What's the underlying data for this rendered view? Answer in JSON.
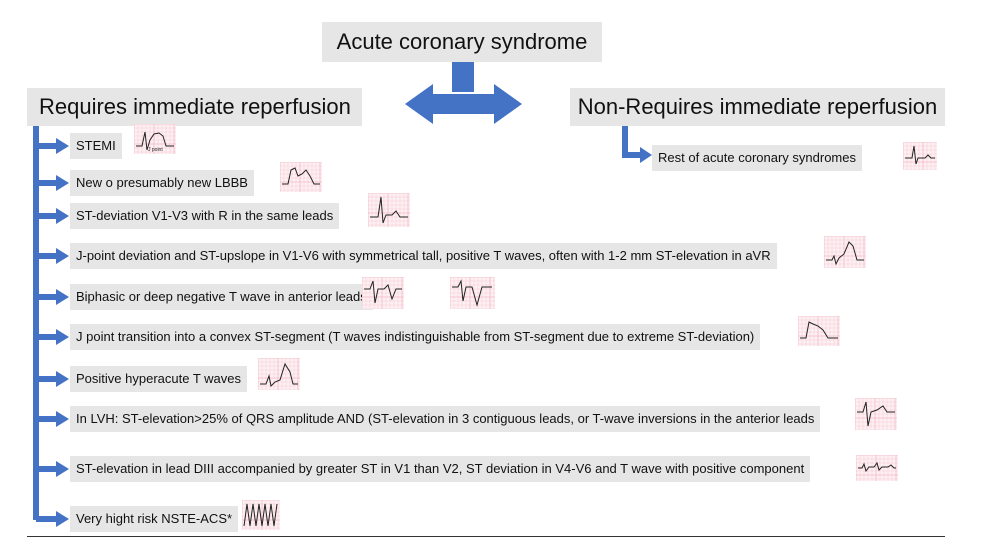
{
  "title": "Acute coronary syndrome",
  "left_heading": "Requires immediate reperfusion",
  "right_heading": "Non-Requires immediate reperfusion",
  "left_items": [
    "STEMI",
    "New o presumably new LBBB",
    "ST-deviation V1-V3 with R in the same leads",
    "J-point deviation and ST-upslope in V1-V6 with symmetrical tall, positive T waves, often with 1-2 mm ST-elevation in aVR",
    "Biphasic or deep negative T wave in anterior leads",
    "J point transition into a convex ST-segment (T waves indistinguishable from ST-segment due to extreme ST-deviation)",
    "Positive hyperacute T waves",
    "In LVH: ST-elevation>25% of QRS amplitude AND (ST-elevation in 3 contiguous leads, or T-wave inversions in the anterior leads",
    "ST-elevation in lead DIII accompanied by greater ST in V1 than V2, ST deviation in V4-V6 and T wave with positive component",
    "Very hight risk NSTE-ACS*"
  ],
  "right_items": [
    "Rest of acute coronary syndromes"
  ],
  "ecg_label": "J point",
  "colors": {
    "arrow": "#4472c4",
    "box": "#e6e6e6",
    "ecg_grid": "#f3b8c4",
    "ecg_bg": "#fdf0f3"
  }
}
